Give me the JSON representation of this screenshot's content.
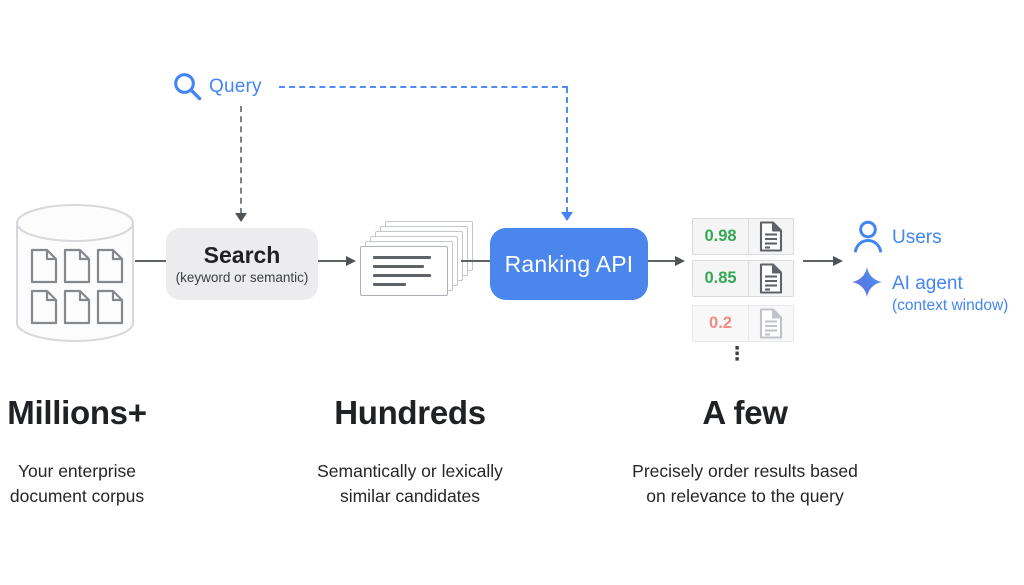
{
  "colors": {
    "accent_blue": "#4285F4",
    "score_green": "#34A853",
    "score_red": "#EA4335",
    "text_dark": "#202124",
    "flow_gray": "#5F6368",
    "ranking_box_fill": "#4a86ec",
    "search_box_fill": "#ececee"
  },
  "icons": {
    "query": "magnifier-icon",
    "database_docs": "document-icon",
    "result_doc": "document-icon",
    "users": "person-icon",
    "agent": "sparkle-icon",
    "more_results": "vertical-ellipsis"
  },
  "query": {
    "label": "Query"
  },
  "pipeline": {
    "search": {
      "title": "Search",
      "subtitle": "(keyword or semantic)"
    },
    "ranking": {
      "label": "Ranking API"
    },
    "results": {
      "rows": [
        {
          "score": "0.98",
          "tone": "green"
        },
        {
          "score": "0.85",
          "tone": "green"
        },
        {
          "score": "0.2",
          "tone": "red"
        }
      ],
      "ellipsis": "⋮"
    },
    "consumers": {
      "users_label": "Users",
      "agent_label": "AI agent",
      "agent_note": "(context window)"
    }
  },
  "captions": [
    {
      "title": "Millions+",
      "description": "Your enterprise\ndocument corpus"
    },
    {
      "title": "Hundreds",
      "description": "Semantically or lexically\nsimilar candidates"
    },
    {
      "title": "A few",
      "description": "Precisely order results based\non relevance to the query"
    }
  ]
}
